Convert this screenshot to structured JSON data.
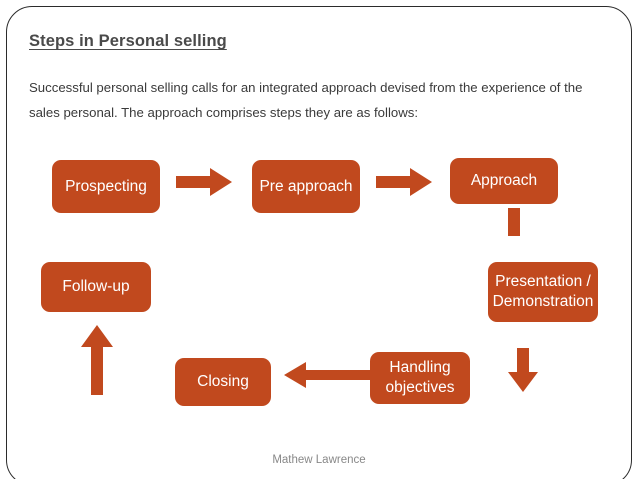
{
  "slide": {
    "title": "Steps in Personal selling",
    "body": "Successful personal selling calls for an integrated approach devised from the experience of the sales personal. The approach comprises steps they are as follows:",
    "footer": "Mathew Lawrence",
    "accent_color": "#C1491E",
    "title_color": "#4a4a4a",
    "body_color": "#3a3a3a",
    "footer_color": "#888888",
    "border_color": "#2b2b2b",
    "background_color": "#ffffff"
  },
  "flow": {
    "boxes": [
      {
        "id": "prospecting",
        "label": "Prospecting"
      },
      {
        "id": "pre-approach",
        "label": "Pre approach"
      },
      {
        "id": "approach",
        "label": "Approach"
      },
      {
        "id": "presentation",
        "label": "Presentation / Demonstration"
      },
      {
        "id": "handling-objectives",
        "label": "Handling objectives"
      },
      {
        "id": "closing",
        "label": "Closing"
      },
      {
        "id": "follow-up",
        "label": "Follow-up"
      }
    ],
    "arrows": [
      {
        "id": "prospecting-to-pre-approach",
        "direction": "right"
      },
      {
        "id": "pre-approach-to-approach",
        "direction": "right"
      },
      {
        "id": "approach-to-presentation",
        "direction": "down"
      },
      {
        "id": "presentation-to-handling",
        "direction": "down"
      },
      {
        "id": "handling-to-closing",
        "direction": "left"
      },
      {
        "id": "closing-to-follow-up",
        "direction": "up"
      }
    ]
  }
}
